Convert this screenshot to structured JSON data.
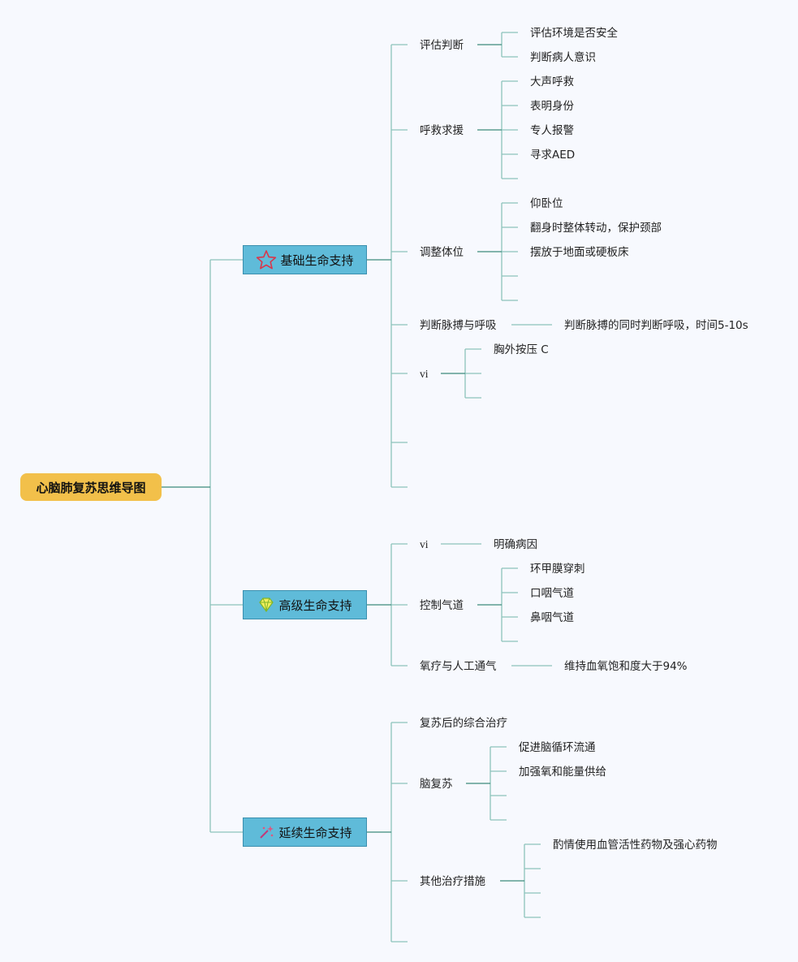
{
  "root": "心脑肺复苏思维导图",
  "branches": {
    "bls": {
      "label": "基础生命支持",
      "icon": "star-icon",
      "items": {
        "assess": {
          "label": "评估判断",
          "children": [
            "评估环境是否安全",
            "判断病人意识"
          ]
        },
        "call": {
          "label": "呼救求援",
          "children": [
            "大声呼救",
            "表明身份",
            "专人报警",
            "寻求AED"
          ]
        },
        "position": {
          "label": "调整体位",
          "children": [
            "仰卧位",
            "翻身时整体转动，保护颈部",
            "摆放于地面或硬板床"
          ]
        },
        "pulse": {
          "label": "判断脉搏与呼吸",
          "children": [
            "判断脉搏的同时判断呼吸，时间5-10s"
          ]
        },
        "vi": {
          "label": "vi",
          "children": [
            "胸外按压 C"
          ]
        }
      }
    },
    "als": {
      "label": "高级生命支持",
      "icon": "diamond-icon",
      "items": {
        "vi": {
          "label": "vi",
          "children": [
            "明确病因"
          ]
        },
        "airway": {
          "label": "控制气道",
          "children": [
            "环甲膜穿刺",
            "口咽气道",
            "鼻咽气道"
          ]
        },
        "oxygen": {
          "label": "氧疗与人工通气",
          "children": [
            "维持血氧饱和度大于94%"
          ]
        }
      }
    },
    "pls": {
      "label": "延续生命支持",
      "icon": "magic-wand-icon",
      "items": {
        "post": {
          "label": "复苏后的综合治疗"
        },
        "brain": {
          "label": "脑复苏",
          "children": [
            "促进脑循环流通",
            "加强氧和能量供给"
          ]
        },
        "other": {
          "label": "其他治疗措施",
          "children": [
            "酌情使用血管活性药物及强心药物"
          ]
        }
      }
    }
  },
  "colors": {
    "root": "#f2c04a",
    "branch": "#5fbbd9",
    "line": "#7dbcb4",
    "line_dark": "#3d8a7c",
    "background": "#f7f9fe"
  }
}
